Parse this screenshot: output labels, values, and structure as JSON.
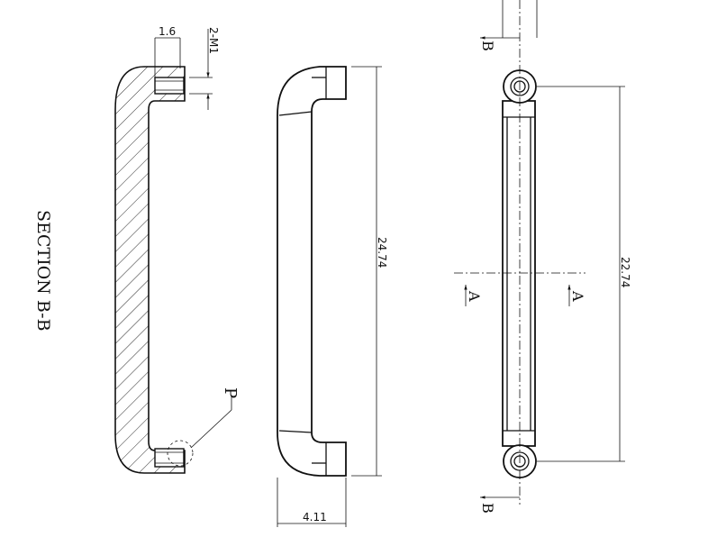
{
  "section_title": "SECTION  B-B",
  "detail_label": "P",
  "section_view": {
    "dim_width": "1.6",
    "dim_thread": "2-M1"
  },
  "side_view": {
    "dim_length": "24.74",
    "dim_depth": "4.11"
  },
  "front_view": {
    "dim_hole_spacing": "22.74",
    "section_a_left": "A",
    "section_a_right": "A",
    "section_b_top": "B",
    "section_b_bottom": "B"
  }
}
